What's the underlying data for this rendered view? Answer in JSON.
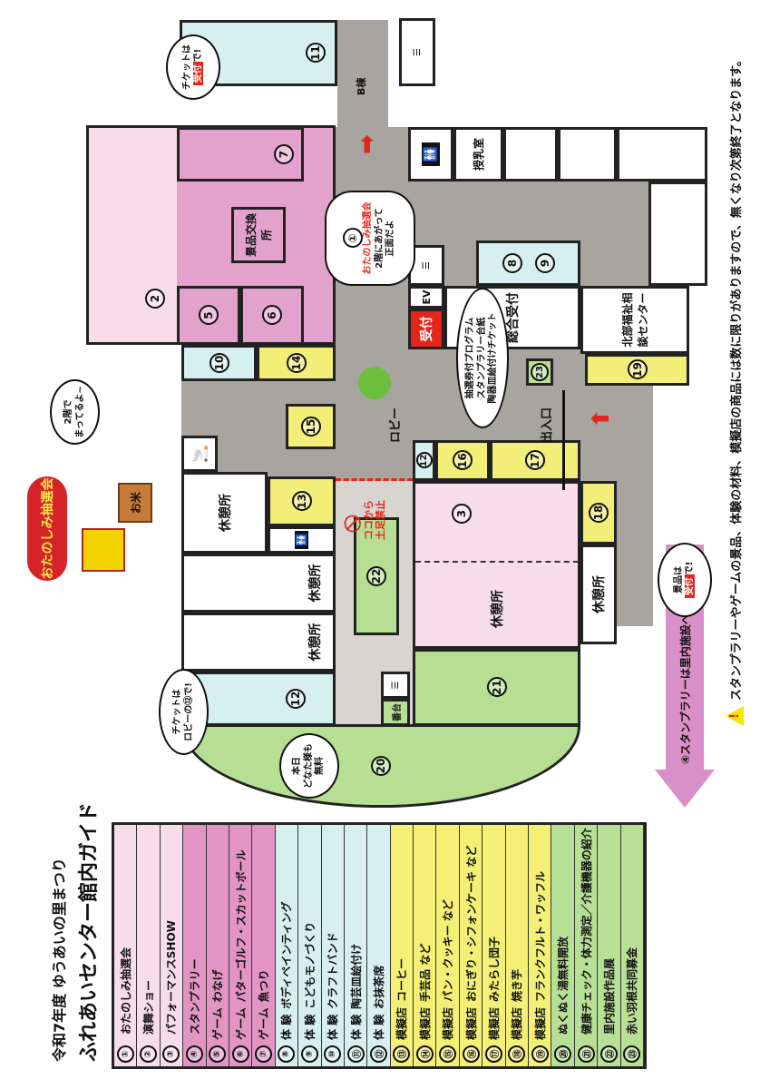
{
  "title": {
    "line1": "令和7年度 ゆうあいの里まつり",
    "line2": "ふれあいセンター館内ガイド"
  },
  "legend_colors": {
    "performance": "#f7dcea",
    "game": "#e295c5",
    "experience": "#d7f0ef",
    "stall": "#f4ef75",
    "other": "#b7df95"
  },
  "legend": [
    {
      "num": "①",
      "cat": "",
      "name": "おたのしみ抽選会",
      "group": "performance"
    },
    {
      "num": "②",
      "cat": "",
      "name": "演舞ショー",
      "group": "performance"
    },
    {
      "num": "③",
      "cat": "",
      "name": "パフォーマンスSHOW",
      "group": "performance"
    },
    {
      "num": "④",
      "cat": "",
      "name": "スタンプラリー",
      "group": "game"
    },
    {
      "num": "⑤",
      "cat": "ゲーム",
      "name": "わなげ",
      "group": "game"
    },
    {
      "num": "⑥",
      "cat": "ゲーム",
      "name": "パターゴルフ・スカットボール",
      "group": "game"
    },
    {
      "num": "⑦",
      "cat": "ゲーム",
      "name": "魚つり",
      "group": "game"
    },
    {
      "num": "⑧",
      "cat": "体 験",
      "name": "ボディペインティング",
      "group": "experience"
    },
    {
      "num": "⑨",
      "cat": "体 験",
      "name": "こどもモノづくり",
      "group": "experience"
    },
    {
      "num": "⑩",
      "cat": "体 験",
      "name": "クラフトバンド",
      "group": "experience"
    },
    {
      "num": "⑪",
      "cat": "体 験",
      "name": "陶芸皿絵付け",
      "group": "experience"
    },
    {
      "num": "⑫",
      "cat": "体 験",
      "name": "お抹茶席",
      "group": "experience"
    },
    {
      "num": "⑬",
      "cat": "模擬店",
      "name": "コーヒー",
      "group": "stall"
    },
    {
      "num": "⑭",
      "cat": "模擬店",
      "name": "手芸品 など",
      "group": "stall"
    },
    {
      "num": "⑮",
      "cat": "模擬店",
      "name": "パン・クッキー など",
      "group": "stall"
    },
    {
      "num": "⑯",
      "cat": "模擬店",
      "name": "おにぎり・シフォンケーキ など",
      "group": "stall"
    },
    {
      "num": "⑰",
      "cat": "模擬店",
      "name": "みたらし団子",
      "group": "stall"
    },
    {
      "num": "⑱",
      "cat": "模擬店",
      "name": "焼き芋",
      "group": "stall"
    },
    {
      "num": "⑲",
      "cat": "模擬店",
      "name": "フランクフルト・ワッフル",
      "group": "stall"
    },
    {
      "num": "⑳",
      "cat": "",
      "name": "ぬくぬく湯無料開放",
      "group": "other"
    },
    {
      "num": "㉑",
      "cat": "",
      "name": "健康チェック・体力測定／介護機器の紹介",
      "group": "other"
    },
    {
      "num": "㉒",
      "cat": "",
      "name": "里内施設作品展",
      "group": "other"
    },
    {
      "num": "㉓",
      "cat": "",
      "name": "赤い羽根共同募金",
      "group": "other"
    }
  ],
  "map": {
    "nums": [
      "1",
      "2",
      "3",
      "5",
      "6",
      "7",
      "8",
      "9",
      "10",
      "11",
      "12",
      "13",
      "14",
      "15",
      "16",
      "17",
      "18",
      "19",
      "20",
      "21",
      "22",
      "23"
    ],
    "labels": {
      "b_building": "B棟",
      "nursing_room": "授乳室",
      "prize_exchange": "景品交換所",
      "ev": "EV",
      "reception": "受付",
      "general_reception": "総合受付",
      "welfare_center": "北部福祉相談センター",
      "lobby": "ロビー",
      "entrance": "出入口",
      "rest_area": "休憩所",
      "bandai": "番台",
      "no_shoes_line1": "ココから",
      "no_shoes_line2": "土足禁止"
    },
    "bubbles": {
      "ticket11": {
        "pre": "チケットは",
        "tag": "受付",
        "post": "で!"
      },
      "lottery": {
        "num": "①",
        "title": "おたのしみ抽選会",
        "line1": "2階にあがって",
        "line2": "正面だよ"
      },
      "program": {
        "line1": "抽選券付プログラム",
        "line2": "スタンプラリー台紙",
        "line3": "陶器皿絵付けチケット"
      },
      "upstairs": {
        "line1": "2階で",
        "line2": "まってるよ~"
      },
      "ticket12": {
        "line1": "チケットは",
        "line2": "ロビーの⑫で!"
      },
      "free": {
        "line1": "本日",
        "line2": "どなた様も",
        "line3": "無料"
      },
      "prize": {
        "pre": "景品は",
        "tag": "受付",
        "post": "で!"
      }
    },
    "logo": {
      "text": "おたのしみ抽選会",
      "rice": "お米"
    },
    "stamp_arrow": "④スタンプラリーは里内施設へGO!"
  },
  "notice": "スタンプラリーやゲームの景品、体験の材料、模擬店の商品には数に限りがありますので、無くなり次第終了となります。"
}
